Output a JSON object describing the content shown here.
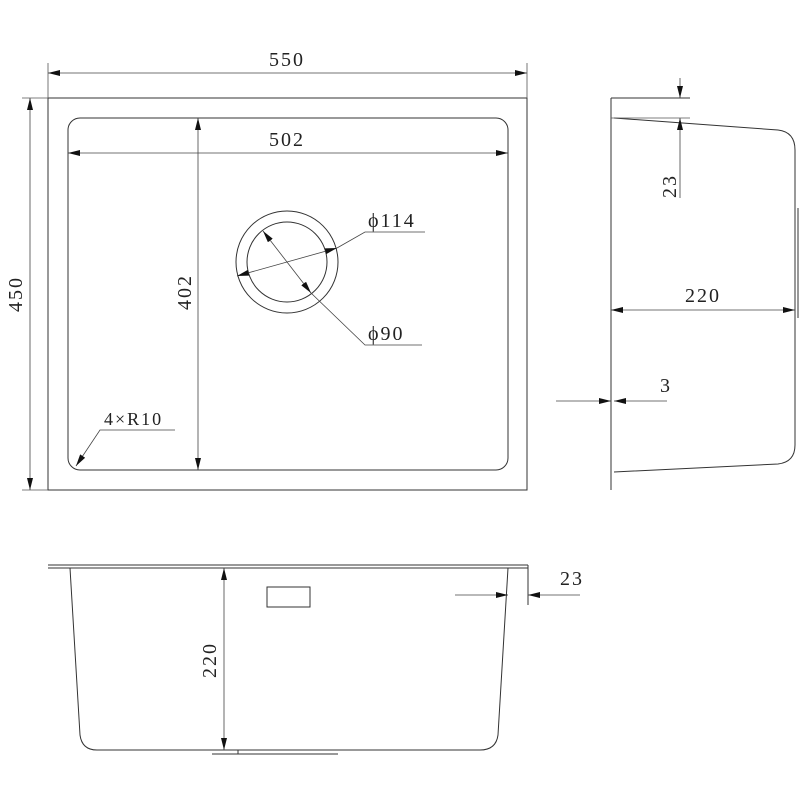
{
  "top_view": {
    "overall_width": "550",
    "inner_width": "502",
    "overall_depth": "450",
    "inner_depth": "402",
    "drain_outer": "ϕ114",
    "drain_inner": "ϕ90",
    "corner_radius": "4×R10"
  },
  "side_view": {
    "flange_offset": "23",
    "bowl_depth": "220",
    "flange_thickness": "3"
  },
  "front_view": {
    "bowl_depth": "220",
    "flange_offset": "23"
  },
  "colors": {
    "line": "#333333",
    "background": "#ffffff"
  }
}
